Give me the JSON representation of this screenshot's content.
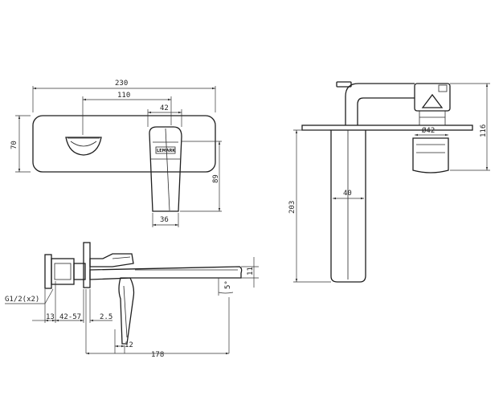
{
  "front_view": {
    "dim_230": "230",
    "dim_110": "110",
    "dim_42": "42",
    "dim_70": "70",
    "dim_89": "89",
    "dim_36": "36",
    "logo_text": "LEMARK"
  },
  "side_view": {
    "dim_116": "116",
    "dim_203": "203",
    "dim_40": "40",
    "dim_d42": "Ø42"
  },
  "top_view": {
    "dim_thread": "G1/2(x2)",
    "dim_13": "13",
    "dim_42_57": "42-57",
    "dim_2_5": "2.5",
    "dim_12": "12",
    "dim_178": "178",
    "dim_11": "11",
    "dim_5deg": "5°"
  }
}
